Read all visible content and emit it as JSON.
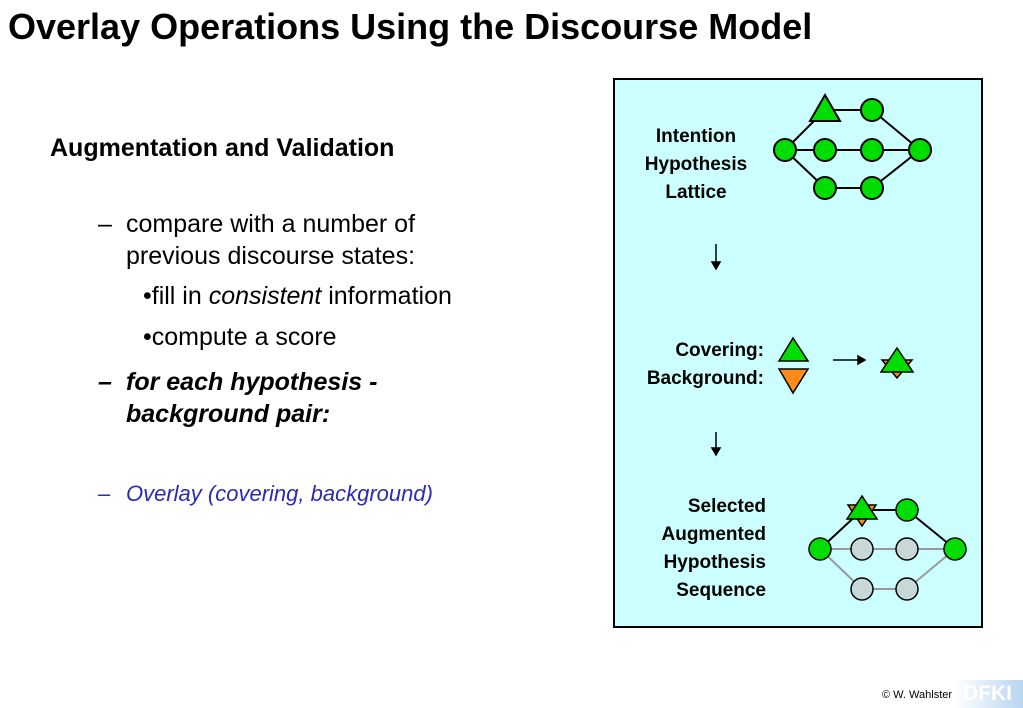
{
  "title": "Overlay Operations Using the Discourse Model",
  "subtitle": "Augmentation and Validation",
  "bullets": {
    "dash": "–",
    "b1_line1": "compare  with a number of",
    "b1_line2": "previous discourse states:",
    "s1_prefix": "•fill in ",
    "s1_em": "consistent",
    "s1_suffix": " information",
    "s2": "•compute a score",
    "b2_line1": "for each hypothesis -",
    "b2_line2": "background pair:",
    "b3": "Overlay (covering, background)"
  },
  "panel": {
    "label1": [
      "Intention",
      "Hypothesis",
      "Lattice"
    ],
    "label2": [
      "Covering:",
      "Background:"
    ],
    "label3": [
      "Selected",
      "Augmented",
      "Hypothesis",
      "Sequence"
    ]
  },
  "colors": {
    "panel_bg": "#ccffff",
    "green": "#00dd00",
    "orange": "#ff8c1a",
    "grey": "#c8d8d8",
    "blue_text": "#2b2bb5"
  },
  "footer": {
    "copyright": "© W. Wahlster",
    "logo": "DFKI"
  }
}
